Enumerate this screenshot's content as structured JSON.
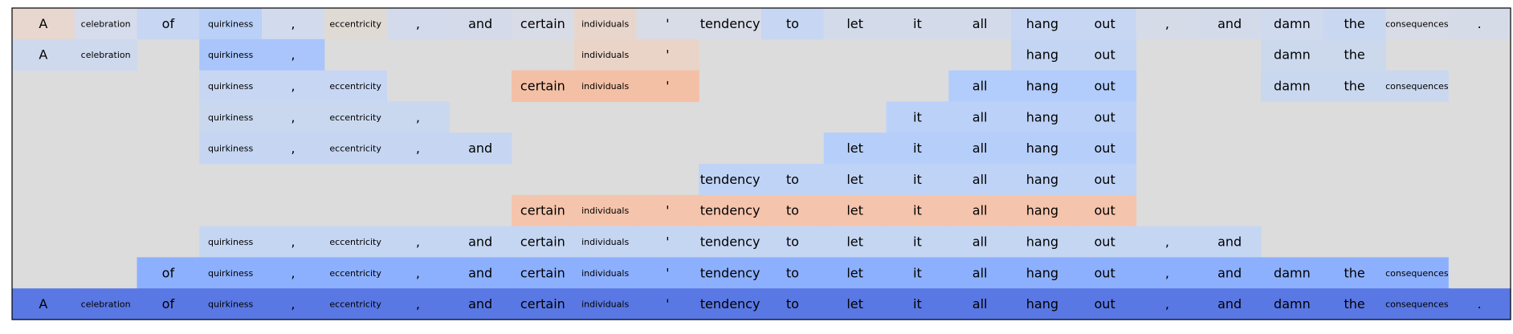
{
  "tokens": [
    "A",
    "celebration",
    "of",
    "quirkiness",
    ",",
    "eccentricity",
    ",",
    "and",
    "certain",
    "individuals",
    "'",
    "tendency",
    "to",
    "let",
    "it",
    "all",
    "hang",
    "out",
    ",",
    "and",
    "damn",
    "the",
    "consequences",
    "."
  ],
  "background_color": "#dcdcdc",
  "border_color": "#000000",
  "small_tokens": [
    "celebration",
    "quirkiness",
    "eccentricity",
    "individuals",
    "consequences"
  ],
  "rows": [
    {
      "label": "row-1",
      "cells": [
        {
          "i": 0,
          "color": "#e8d7ce"
        },
        {
          "i": 1,
          "color": "#d6dceb"
        },
        {
          "i": 2,
          "color": "#c6d6f3"
        },
        {
          "i": 3,
          "color": "#bad0f7"
        },
        {
          "i": 4,
          "color": "#d2dbee"
        },
        {
          "i": 5,
          "color": "#e0dad5"
        },
        {
          "i": 6,
          "color": "#d3daeb"
        },
        {
          "i": 7,
          "color": "#d4dae9"
        },
        {
          "i": 8,
          "color": "#d8dce6"
        },
        {
          "i": 9,
          "color": "#e8d6cc"
        },
        {
          "i": 10,
          "color": "#d8dce6"
        },
        {
          "i": 11,
          "color": "#d8dce6"
        },
        {
          "i": 12,
          "color": "#c7d6f2"
        },
        {
          "i": 13,
          "color": "#d3dbeb"
        },
        {
          "i": 14,
          "color": "#d3dbeb"
        },
        {
          "i": 15,
          "color": "#d3dbeb"
        },
        {
          "i": 16,
          "color": "#c7d6f2"
        },
        {
          "i": 17,
          "color": "#c7d6f2"
        },
        {
          "i": 18,
          "color": "#d6dbe8"
        },
        {
          "i": 19,
          "color": "#d3dbeb"
        },
        {
          "i": 20,
          "color": "#d0daee"
        },
        {
          "i": 21,
          "color": "#cad7f0"
        },
        {
          "i": 22,
          "color": "#d8dce6"
        },
        {
          "i": 23,
          "color": "#d6dbe8"
        }
      ]
    },
    {
      "label": "row-2",
      "cells": [
        {
          "i": 0,
          "color": "#cfd9ed"
        },
        {
          "i": 1,
          "color": "#cfd9ed"
        },
        {
          "i": 3,
          "color": "#a9c5fb"
        },
        {
          "i": 4,
          "color": "#a9c5fb"
        },
        {
          "i": 9,
          "color": "#ead4c8"
        },
        {
          "i": 10,
          "color": "#ead4c8"
        },
        {
          "i": 16,
          "color": "#c4d5f3"
        },
        {
          "i": 17,
          "color": "#c4d5f3"
        },
        {
          "i": 20,
          "color": "#ccd9ed"
        },
        {
          "i": 21,
          "color": "#ccd9ed"
        }
      ]
    },
    {
      "label": "row-3",
      "cells": [
        {
          "i": 3,
          "color": "#c7d6f2"
        },
        {
          "i": 4,
          "color": "#c7d6f2"
        },
        {
          "i": 5,
          "color": "#c7d6f2"
        },
        {
          "i": 8,
          "color": "#f4c0a5"
        },
        {
          "i": 9,
          "color": "#f4c0a5"
        },
        {
          "i": 10,
          "color": "#f4c0a5"
        },
        {
          "i": 15,
          "color": "#b2ccfb"
        },
        {
          "i": 16,
          "color": "#b2ccfb"
        },
        {
          "i": 17,
          "color": "#b2ccfb"
        },
        {
          "i": 20,
          "color": "#cad8ef"
        },
        {
          "i": 21,
          "color": "#cad8ef"
        },
        {
          "i": 22,
          "color": "#cad8ef"
        }
      ]
    },
    {
      "label": "row-4",
      "cells": [
        {
          "i": 3,
          "color": "#cad8ef"
        },
        {
          "i": 4,
          "color": "#cad8ef"
        },
        {
          "i": 5,
          "color": "#cad8ef"
        },
        {
          "i": 6,
          "color": "#cad8ef"
        },
        {
          "i": 14,
          "color": "#bbd1f8"
        },
        {
          "i": 15,
          "color": "#bbd1f8"
        },
        {
          "i": 16,
          "color": "#bbd1f8"
        },
        {
          "i": 17,
          "color": "#bbd1f8"
        }
      ]
    },
    {
      "label": "row-5",
      "cells": [
        {
          "i": 3,
          "color": "#c6d6f2"
        },
        {
          "i": 4,
          "color": "#c6d6f2"
        },
        {
          "i": 5,
          "color": "#c6d6f2"
        },
        {
          "i": 6,
          "color": "#c6d6f2"
        },
        {
          "i": 7,
          "color": "#c6d6f2"
        },
        {
          "i": 13,
          "color": "#b6cefa"
        },
        {
          "i": 14,
          "color": "#b6cefa"
        },
        {
          "i": 15,
          "color": "#b6cefa"
        },
        {
          "i": 16,
          "color": "#b6cefa"
        },
        {
          "i": 17,
          "color": "#b6cefa"
        }
      ]
    },
    {
      "label": "row-6",
      "cells": [
        {
          "i": 11,
          "color": "#bfd3f6"
        },
        {
          "i": 12,
          "color": "#bfd3f6"
        },
        {
          "i": 13,
          "color": "#bfd3f6"
        },
        {
          "i": 14,
          "color": "#bfd3f6"
        },
        {
          "i": 15,
          "color": "#bfd3f6"
        },
        {
          "i": 16,
          "color": "#bfd3f6"
        },
        {
          "i": 17,
          "color": "#bfd3f6"
        }
      ]
    },
    {
      "label": "row-7",
      "cells": [
        {
          "i": 8,
          "color": "#f5c4ac"
        },
        {
          "i": 9,
          "color": "#f5c4ac"
        },
        {
          "i": 10,
          "color": "#f5c4ac"
        },
        {
          "i": 11,
          "color": "#f5c4ac"
        },
        {
          "i": 12,
          "color": "#f5c4ac"
        },
        {
          "i": 13,
          "color": "#f5c4ac"
        },
        {
          "i": 14,
          "color": "#f5c4ac"
        },
        {
          "i": 15,
          "color": "#f5c4ac"
        },
        {
          "i": 16,
          "color": "#f5c4ac"
        },
        {
          "i": 17,
          "color": "#f5c4ac"
        }
      ]
    },
    {
      "label": "row-8",
      "cells": [
        {
          "i": 3,
          "color": "#c5d6f2"
        },
        {
          "i": 4,
          "color": "#c5d6f2"
        },
        {
          "i": 5,
          "color": "#c5d6f2"
        },
        {
          "i": 6,
          "color": "#c5d6f2"
        },
        {
          "i": 7,
          "color": "#c5d6f2"
        },
        {
          "i": 8,
          "color": "#c5d6f2"
        },
        {
          "i": 9,
          "color": "#c5d6f2"
        },
        {
          "i": 10,
          "color": "#c5d6f2"
        },
        {
          "i": 11,
          "color": "#c5d6f2"
        },
        {
          "i": 12,
          "color": "#c5d6f2"
        },
        {
          "i": 13,
          "color": "#c5d6f2"
        },
        {
          "i": 14,
          "color": "#c5d6f2"
        },
        {
          "i": 15,
          "color": "#c5d6f2"
        },
        {
          "i": 16,
          "color": "#c5d6f2"
        },
        {
          "i": 17,
          "color": "#c5d6f2"
        },
        {
          "i": 18,
          "color": "#c5d6f2"
        },
        {
          "i": 19,
          "color": "#c5d6f2"
        }
      ]
    },
    {
      "label": "row-9",
      "cells": [
        {
          "i": 2,
          "color": "#8db0fe"
        },
        {
          "i": 3,
          "color": "#8db0fe"
        },
        {
          "i": 4,
          "color": "#8db0fe"
        },
        {
          "i": 5,
          "color": "#8db0fe"
        },
        {
          "i": 6,
          "color": "#8db0fe"
        },
        {
          "i": 7,
          "color": "#8db0fe"
        },
        {
          "i": 8,
          "color": "#8db0fe"
        },
        {
          "i": 9,
          "color": "#8db0fe"
        },
        {
          "i": 10,
          "color": "#8db0fe"
        },
        {
          "i": 11,
          "color": "#8db0fe"
        },
        {
          "i": 12,
          "color": "#8db0fe"
        },
        {
          "i": 13,
          "color": "#8db0fe"
        },
        {
          "i": 14,
          "color": "#8db0fe"
        },
        {
          "i": 15,
          "color": "#8db0fe"
        },
        {
          "i": 16,
          "color": "#8db0fe"
        },
        {
          "i": 17,
          "color": "#8db0fe"
        },
        {
          "i": 18,
          "color": "#8db0fe"
        },
        {
          "i": 19,
          "color": "#8db0fe"
        },
        {
          "i": 20,
          "color": "#8db0fe"
        },
        {
          "i": 21,
          "color": "#8db0fe"
        },
        {
          "i": 22,
          "color": "#8db0fe"
        }
      ]
    },
    {
      "label": "row-10",
      "cells": [
        {
          "i": 0,
          "color": "#5a78e4"
        },
        {
          "i": 1,
          "color": "#5a78e4"
        },
        {
          "i": 2,
          "color": "#5a78e4"
        },
        {
          "i": 3,
          "color": "#5a78e4"
        },
        {
          "i": 4,
          "color": "#5a78e4"
        },
        {
          "i": 5,
          "color": "#5a78e4"
        },
        {
          "i": 6,
          "color": "#5a78e4"
        },
        {
          "i": 7,
          "color": "#5a78e4"
        },
        {
          "i": 8,
          "color": "#5a78e4"
        },
        {
          "i": 9,
          "color": "#5a78e4"
        },
        {
          "i": 10,
          "color": "#5a78e4"
        },
        {
          "i": 11,
          "color": "#5a78e4"
        },
        {
          "i": 12,
          "color": "#5a78e4"
        },
        {
          "i": 13,
          "color": "#5a78e4"
        },
        {
          "i": 14,
          "color": "#5a78e4"
        },
        {
          "i": 15,
          "color": "#5a78e4"
        },
        {
          "i": 16,
          "color": "#5a78e4"
        },
        {
          "i": 17,
          "color": "#5a78e4"
        },
        {
          "i": 18,
          "color": "#5a78e4"
        },
        {
          "i": 19,
          "color": "#5a78e4"
        },
        {
          "i": 20,
          "color": "#5a78e4"
        },
        {
          "i": 21,
          "color": "#5a78e4"
        },
        {
          "i": 22,
          "color": "#5a78e4"
        },
        {
          "i": 23,
          "color": "#5a78e4"
        }
      ]
    }
  ]
}
